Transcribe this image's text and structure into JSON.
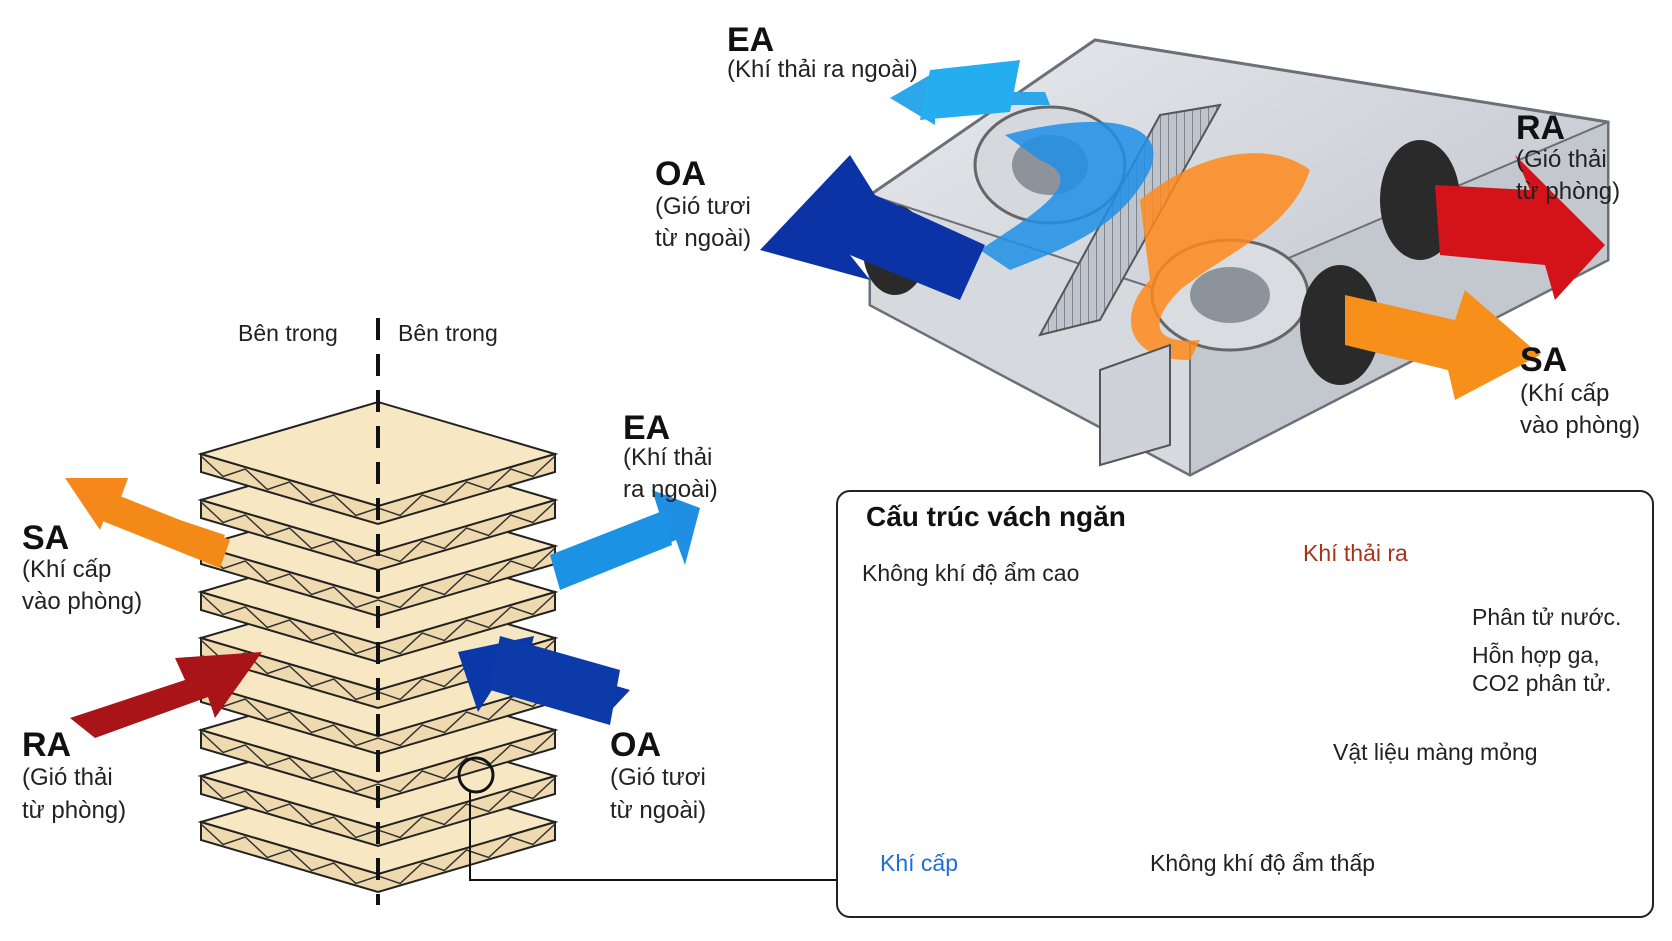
{
  "unit_labels": {
    "ea": {
      "code": "EA",
      "desc": "(Khí thải ra ngoài)"
    },
    "oa": {
      "code": "OA",
      "desc_1": "(Gió tươi",
      "desc_2": "từ ngoài)"
    },
    "ra": {
      "code": "RA",
      "desc_1": "(Gió thải",
      "desc_2": "từ phòng)"
    },
    "sa": {
      "code": "SA",
      "desc_1": "(Khí cấp",
      "desc_2": "vào phòng)"
    }
  },
  "core_labels": {
    "inside_left": "Bên trong",
    "inside_right": "Bên trong",
    "ea": {
      "code": "EA",
      "desc_1": "(Khí thải",
      "desc_2": "ra ngoài)"
    },
    "sa": {
      "code": "SA",
      "desc_1": "(Khí cấp",
      "desc_2": "vào phòng)"
    },
    "ra": {
      "code": "RA",
      "desc_1": "(Gió thải",
      "desc_2": "từ phòng)"
    },
    "oa": {
      "code": "OA",
      "desc_1": "(Gió tươi",
      "desc_2": "từ ngoài)"
    }
  },
  "detail": {
    "title": "Cấu trúc vách ngăn",
    "high_humidity": "Không khí độ ẩm cao",
    "exhaust": "Khí thải ra",
    "low_humidity": "Không khí độ ẩm thấp",
    "supply": "Khí cấp",
    "membrane": "Vật liệu màng mỏng",
    "legend_water": "Phân tử nước.",
    "legend_gas_1": "Hỗn hợp ga,",
    "legend_gas_2": "CO2 phân tử."
  },
  "colors": {
    "core_plate": "#f8e7c3",
    "exhaust_blue": "#1c9be0",
    "fresh_navy": "#0a35a8",
    "return_red": "#b3161c",
    "supply_orange": "#f48a12",
    "exhaust_green": "#37b36e",
    "supply_lightblue": "#2aa0ea"
  }
}
